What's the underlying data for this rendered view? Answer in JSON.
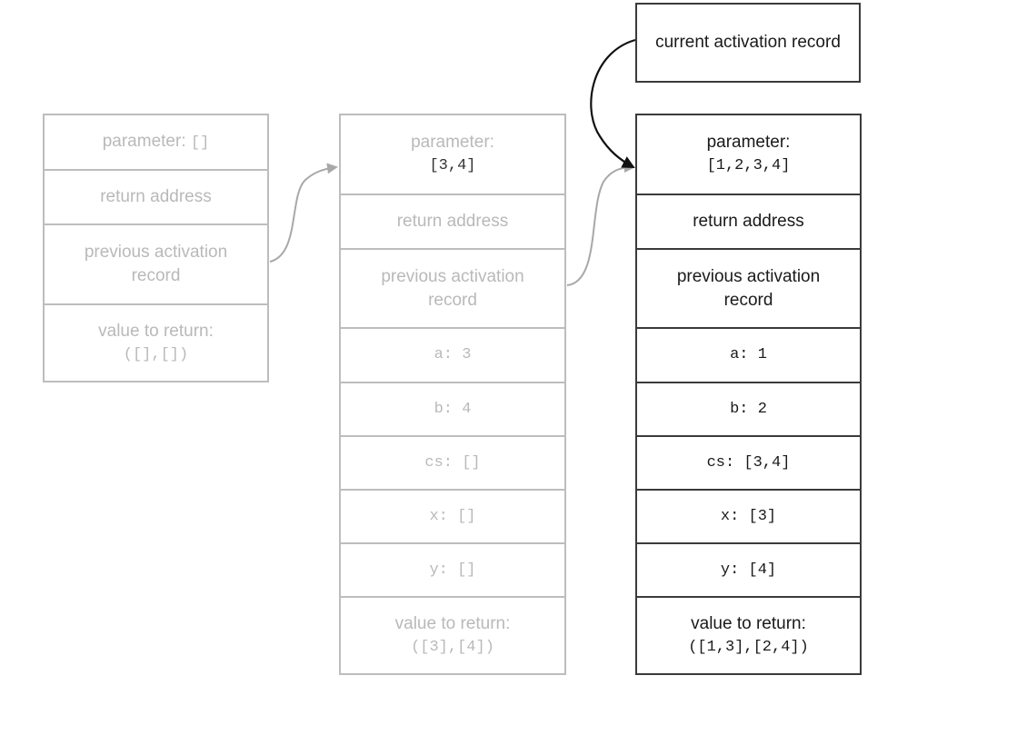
{
  "callout": {
    "label": "current activation record"
  },
  "frames": [
    {
      "id": "outer",
      "rows": [
        {
          "label": "parameter:",
          "code": "[]"
        },
        {
          "label": "return address"
        },
        {
          "label": "previous activation record"
        },
        {
          "label": "value to return:",
          "code": "([],[])"
        }
      ]
    },
    {
      "id": "middle",
      "rows": [
        {
          "label": "parameter:",
          "code": "[3,4]"
        },
        {
          "label": "return address"
        },
        {
          "label": "previous activation record"
        },
        {
          "code": "a: 3"
        },
        {
          "code": "b: 4"
        },
        {
          "code": "cs: []"
        },
        {
          "code": "x: []"
        },
        {
          "code": "y: []"
        },
        {
          "label": "value to return:",
          "code": "([3],[4])"
        }
      ]
    },
    {
      "id": "current",
      "rows": [
        {
          "label": "parameter:",
          "code": "[1,2,3,4]"
        },
        {
          "label": "return address"
        },
        {
          "label": "previous activation record"
        },
        {
          "code": "a: 1"
        },
        {
          "code": "b: 2"
        },
        {
          "code": "cs: [3,4]"
        },
        {
          "code": "x: [3]"
        },
        {
          "code": "y: [4]"
        },
        {
          "label": "value to return:",
          "code": "([1,3],[2,4])"
        }
      ]
    }
  ],
  "colors": {
    "faded": "#bdbdbd",
    "active": "#3a3a3a",
    "arrow_faded": "#a8a8a8",
    "arrow_active": "#111111"
  }
}
